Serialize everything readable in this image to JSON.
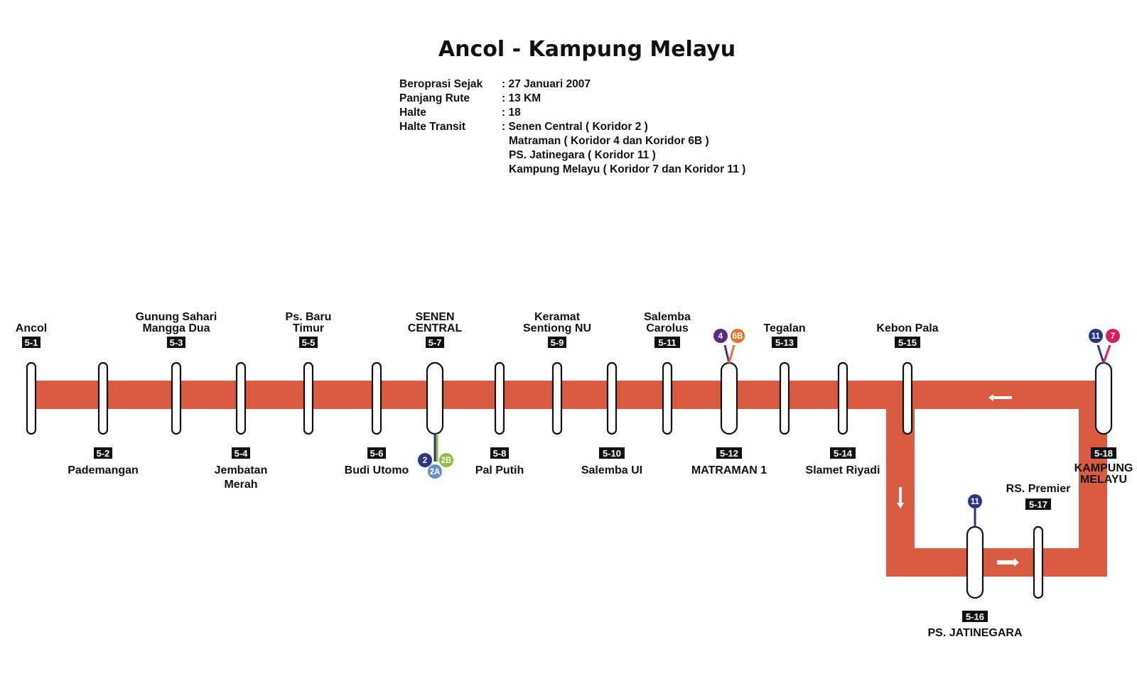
{
  "title": "Ancol - Kampung Melayu",
  "info": {
    "rows": [
      {
        "label": "Beroprasi Sejak",
        "value": ": 27 Januari 2007"
      },
      {
        "label": "Panjang Rute",
        "value": ": 13 KM"
      },
      {
        "label": "Halte",
        "value": ": 18"
      },
      {
        "label": "Halte Transit",
        "value": ":  Senen Central ( Koridor 2 )"
      }
    ],
    "transit_more": [
      "Matraman ( Koridor 4 dan Koridor 6B )",
      "PS. Jatinegara ( Koridor 11 )",
      "Kampung Melayu ( Koridor 7 dan Koridor 11 )"
    ]
  },
  "colors": {
    "route": "#d95b42",
    "capsule_fill": "#ffffff",
    "capsule_stroke": "#111111",
    "code_bg": "#111111",
    "corridor_2": "#2e3580",
    "corridor_2A": "#6a8ec8",
    "corridor_2B": "#8dbf3c",
    "corridor_4": "#5a2d82",
    "corridor_6B": "#e8732a",
    "corridor_7": "#d61f5e",
    "corridor_11": "#2b3582"
  },
  "stations": [
    {
      "code": "5-1",
      "name": [
        "Ancol"
      ],
      "side": "top"
    },
    {
      "code": "5-2",
      "name": [
        "Pademangan"
      ],
      "side": "bottom"
    },
    {
      "code": "5-3",
      "name": [
        "Gunung Sahari",
        "Mangga Dua"
      ],
      "side": "top"
    },
    {
      "code": "5-4",
      "name": [
        "Jembatan",
        "Merah"
      ],
      "side": "bottom"
    },
    {
      "code": "5-5",
      "name": [
        "Ps. Baru",
        "Timur"
      ],
      "side": "top"
    },
    {
      "code": "5-6",
      "name": [
        "Budi Utomo"
      ],
      "side": "bottom"
    },
    {
      "code": "5-7",
      "name": [
        "SENEN",
        "CENTRAL"
      ],
      "side": "top",
      "big": true,
      "transfers": [
        "2",
        "2A",
        "2B"
      ]
    },
    {
      "code": "5-8",
      "name": [
        "Pal Putih"
      ],
      "side": "bottom"
    },
    {
      "code": "5-9",
      "name": [
        "Keramat",
        "Sentiong NU"
      ],
      "side": "top"
    },
    {
      "code": "5-10",
      "name": [
        "Salemba UI"
      ],
      "side": "bottom"
    },
    {
      "code": "5-11",
      "name": [
        "Salemba",
        "Carolus"
      ],
      "side": "top"
    },
    {
      "code": "5-12",
      "name": [
        "MATRAMAN 1"
      ],
      "side": "bottom",
      "big": true,
      "transfers": [
        "4",
        "6B"
      ]
    },
    {
      "code": "5-13",
      "name": [
        "Tegalan"
      ],
      "side": "top"
    },
    {
      "code": "5-14",
      "name": [
        "Slamet Riyadi"
      ],
      "side": "bottom"
    },
    {
      "code": "5-15",
      "name": [
        "Kebon Pala"
      ],
      "side": "top"
    },
    {
      "code": "5-16",
      "name": [
        "PS. JATINEGARA"
      ],
      "side": "bottom",
      "big": true,
      "transfers": [
        "11"
      ]
    },
    {
      "code": "5-17",
      "name": [
        "RS. Premier"
      ],
      "side": "top"
    },
    {
      "code": "5-18",
      "name": [
        "KAMPUNG",
        "MELAYU"
      ],
      "side": "bottom",
      "big": true,
      "transfers": [
        "11",
        "7"
      ]
    }
  ]
}
